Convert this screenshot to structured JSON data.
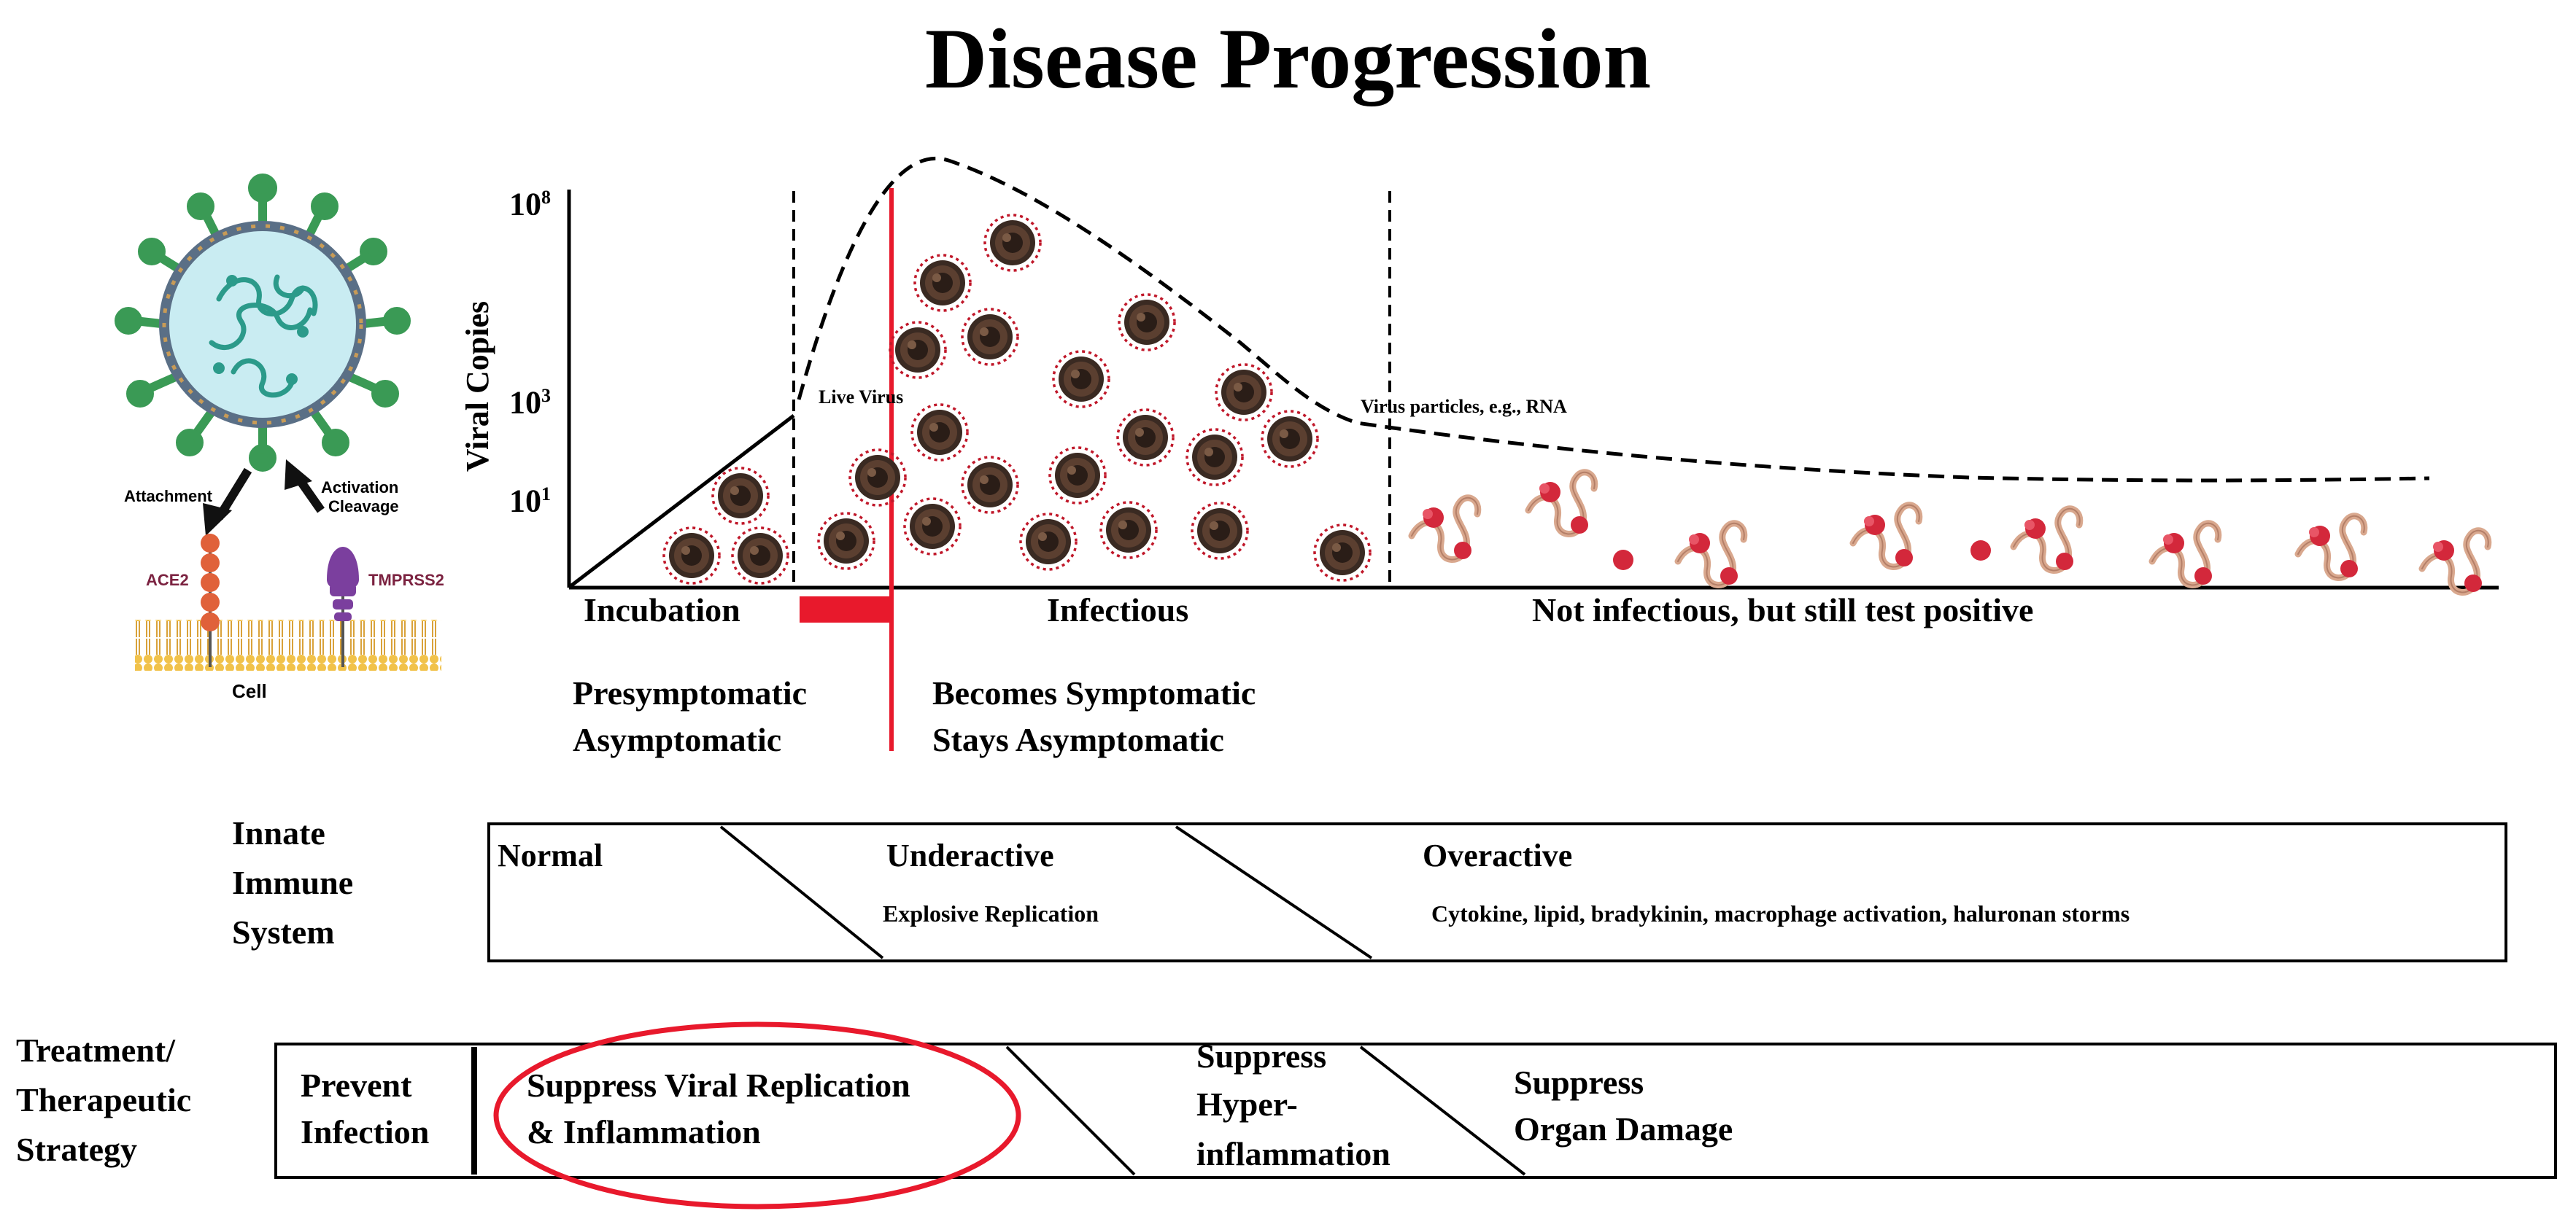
{
  "title": "Disease Progression",
  "cell_diagram": {
    "attachment": "Attachment",
    "activation": "Activation",
    "cleavage": "Cleavage",
    "ace2": "ACE2",
    "tmprss2": "TMPRSS2",
    "cell": "Cell"
  },
  "chart": {
    "ylabel": "Viral Copies",
    "y_ticks": [
      {
        "base": "10",
        "exp": "8"
      },
      {
        "base": "10",
        "exp": "3"
      },
      {
        "base": "10",
        "exp": "1"
      }
    ],
    "annotations": {
      "live_virus": "Live Virus",
      "virus_particles": "Virus particles, e.g., RNA"
    },
    "phases": {
      "incubation": "Incubation",
      "infectious": "Infectious",
      "not_infectious": "Not infectious, but still test positive"
    },
    "status": {
      "pre_line1": "Presymptomatic",
      "pre_line2": "Asymptomatic",
      "post_line1": "Becomes Symptomatic",
      "post_line2": "Stays Asymptomatic"
    }
  },
  "innate": {
    "label_line1": "Innate",
    "label_line2": "Immune",
    "label_line3": "System",
    "normal": "Normal",
    "underactive": "Underactive",
    "underactive_sub": "Explosive Replication",
    "overactive": "Overactive",
    "overactive_sub": "Cytokine, lipid, bradykinin, macrophage activation, haluronan storms"
  },
  "treatment": {
    "label_line1": "Treatment/",
    "label_line2": "Therapeutic",
    "label_line3": "Strategy",
    "prevent_line1": "Prevent",
    "prevent_line2": "Infection",
    "suppress_viral_line1": "Suppress Viral Replication",
    "suppress_viral_line2": "& Inflammation",
    "hyper_line1": "Suppress",
    "hyper_line2": "Hyper-",
    "hyper_line3": "inflammation",
    "organ_line1": "Suppress",
    "organ_line2": "Organ Damage"
  },
  "colors": {
    "highlight_red": "#e8192c",
    "virion_dark": "#3a2a22",
    "virion_spike": "#c0182a",
    "rna_strand": "#d9a88e",
    "rna_protein": "#d3283b",
    "spike_green": "#3a9a55",
    "receptor_orange": "#e0613a",
    "tmprss2_purple": "#7b3f9e"
  },
  "icons": [
    "coronavirus-icon",
    "virion-icon",
    "rna-fragment-icon",
    "cell-membrane-icon"
  ]
}
